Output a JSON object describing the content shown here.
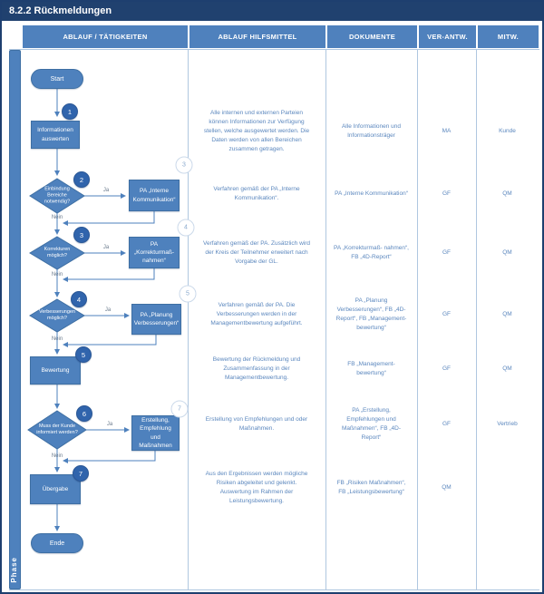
{
  "title": "8.2.2 Rückmeldungen",
  "phase_label": "Phase",
  "columns": [
    "ABLAUF / TÄTIGKEITEN",
    "ABLAUF HILFSMITTEL",
    "DOKUMENTE",
    "VER-ANTW.",
    "MITW."
  ],
  "colors": {
    "title_bar": "#20416F",
    "header": "#4F81BD",
    "shape_fill": "#4E81BD",
    "shape_border": "#3E6FA3",
    "number_circle": "#3064AC",
    "grid_line": "#AFC7E0",
    "cell_text": "#5B87BE",
    "connector": "#4E81BD"
  },
  "flowchart": {
    "yes_label": "Ja",
    "no_label": "Nein",
    "nodes": [
      {
        "id": "start",
        "type": "terminator",
        "label": "Start"
      },
      {
        "id": "step1",
        "type": "process",
        "num": "1",
        "label": "Informationen auswerten"
      },
      {
        "id": "dec2",
        "type": "decision",
        "num": "2",
        "label": "Einbindung Bereiche notwendig?"
      },
      {
        "id": "pa-komm",
        "type": "process",
        "label": "PA „Interne Kommunikation“"
      },
      {
        "id": "dec3",
        "type": "decision",
        "num": "3",
        "label": "Korrekturen möglich?"
      },
      {
        "id": "pa-korrektur",
        "type": "process",
        "label": "PA „Korrekturmaß- nahmen“"
      },
      {
        "id": "dec4",
        "type": "decision",
        "num": "4",
        "label": "Verbesserungen möglich?"
      },
      {
        "id": "pa-planung",
        "type": "process",
        "label": "PA „Planung Verbesserungen“"
      },
      {
        "id": "step5",
        "type": "process",
        "num": "5",
        "label": "Bewertung"
      },
      {
        "id": "dec6",
        "type": "decision",
        "num": "6",
        "label": "Muss der Kunde informiert werden?"
      },
      {
        "id": "erstellung",
        "type": "process",
        "label": "Erstellung, Empfehlung und Maßnahmen"
      },
      {
        "id": "step7",
        "type": "process",
        "num": "7",
        "label": "Übergabe"
      },
      {
        "id": "end",
        "type": "terminator",
        "label": "Ende"
      }
    ],
    "ghost_numbers": [
      "3",
      "4",
      "5",
      "7"
    ]
  },
  "rows": [
    {
      "hilfsmittel": "Alle internen und externen Parteien können Informationen zur Verfügung stellen, welche ausgewertet werden. Die Daten werden von allen Bereichen zusammen getragen.",
      "dokumente": "Alle Informationen und Informationsträger",
      "verantw": "MA",
      "mitw": "Kunde"
    },
    {
      "hilfsmittel": "Verfahren gemäß der PA „Interne Kommunikation“.",
      "dokumente": "PA „Interne Kommunikation“",
      "verantw": "GF",
      "mitw": "QM"
    },
    {
      "hilfsmittel": "Verfahren gemäß der PA. Zusätzlich wird der Kreis der Teilnehmer erweitert nach Vorgabe der GL.",
      "dokumente": "PA „Korrekturmaß- nahmen“, FB „4D-Report“",
      "verantw": "GF",
      "mitw": "QM"
    },
    {
      "hilfsmittel": "Verfahren gemäß der PA. Die Verbesserungen werden in der Managementbewertung aufgeführt.",
      "dokumente": "PA „Planung Verbesserungen“, FB „4D-Report“, FB „Management- bewertung“",
      "verantw": "GF",
      "mitw": "QM"
    },
    {
      "hilfsmittel": "Bewertung der Rückmeldung und Zusammenfassung in der Managementbewertung.",
      "dokumente": "FB „Management- bewertung“",
      "verantw": "GF",
      "mitw": "QM"
    },
    {
      "hilfsmittel": "Erstellung von Empfehlungen und oder Maßnahmen.",
      "dokumente": "PA „Erstellung, Empfehlungen und Maßnahmen“, FB „4D-Report“",
      "verantw": "GF",
      "mitw": "Vertrieb"
    },
    {
      "hilfsmittel": "Aus den Ergebnissen werden mögliche Risiken abgeleitet und gelenkt. Auswertung im Rahmen der Leistungsbewertung.",
      "dokumente": "FB „Risiken Maßnahmen“, FB „Leistungsbewertung“",
      "verantw": "QM",
      "mitw": ""
    }
  ]
}
